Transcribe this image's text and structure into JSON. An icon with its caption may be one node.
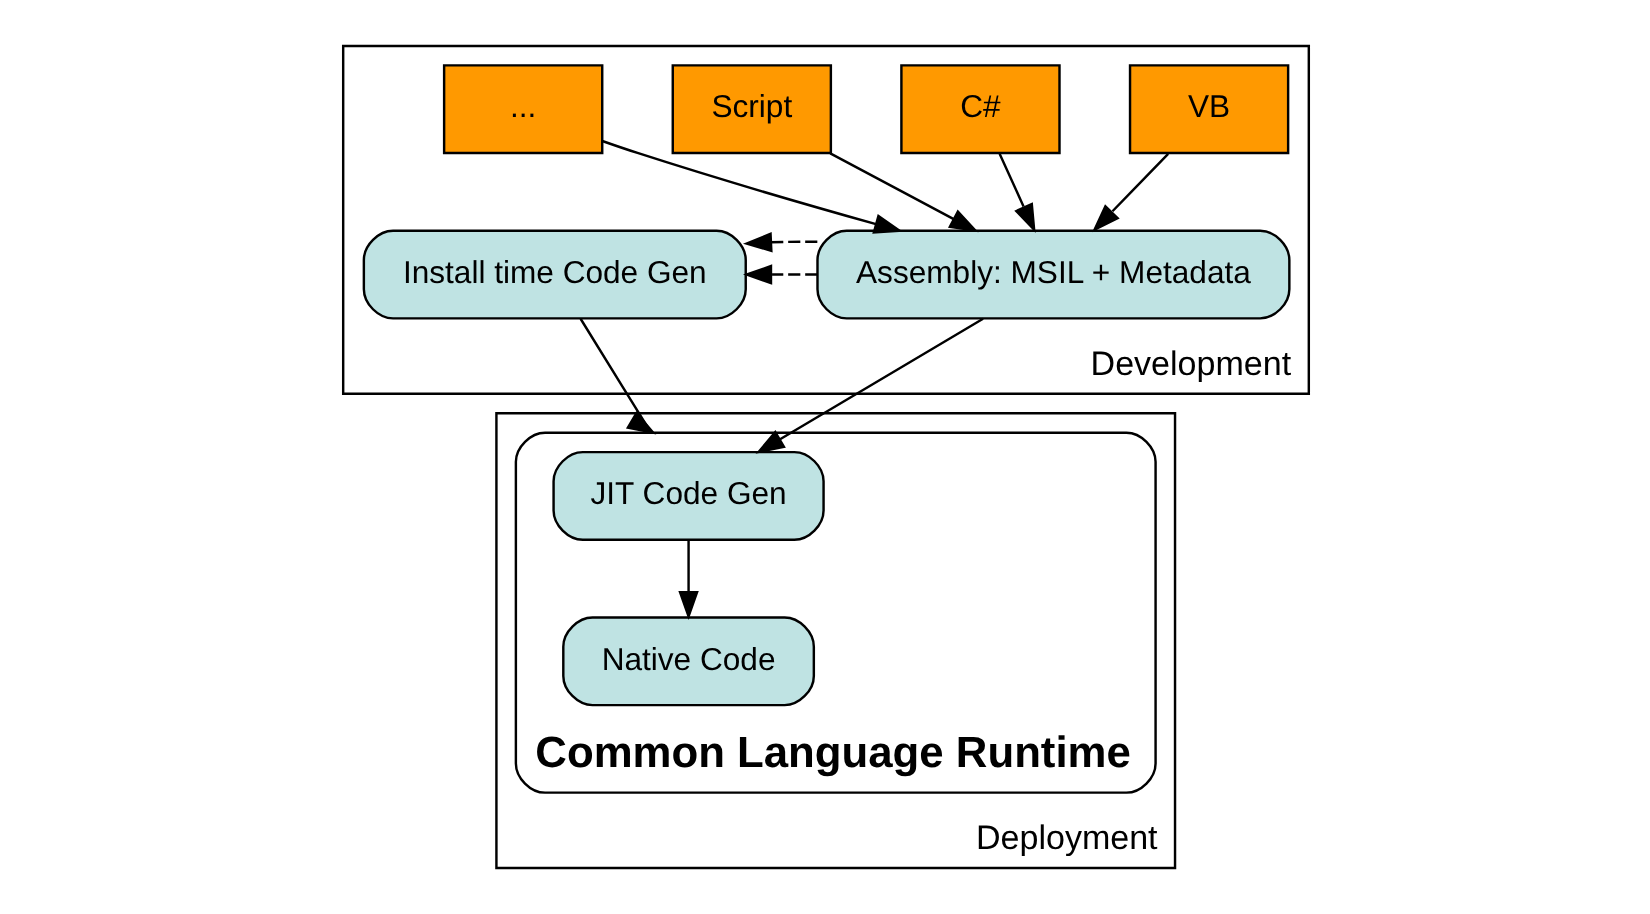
{
  "diagram": {
    "nodes": [
      {
        "text": [
          "Development"
        ]
      },
      {
        "text": [
          "VB"
        ],
        "in": 0
      },
      {
        "text": [
          "C#"
        ],
        "in": 0
      },
      {
        "text": [
          "Script"
        ],
        "in": 0
      },
      {
        "text": [
          "..."
        ],
        "in": 0
      },
      {
        "text": [
          "Install time Code Gen"
        ],
        "in": 0
      },
      {
        "text": [
          "Assembly: MSIL + Metadata"
        ],
        "in": 0
      },
      {
        "text": [
          "Deployment"
        ]
      },
      {
        "text": [
          "Common Language Runtime"
        ],
        "in": 7
      },
      {
        "text": [
          "JIT Code Gen"
        ],
        "in": 8
      },
      {
        "text": [
          "Native Code"
        ],
        "in": 8
      }
    ],
    "edges": [
      {
        "from": 1,
        "to": 6,
        "arrow": "to"
      },
      {
        "from": 2,
        "to": 6,
        "arrow": "to"
      },
      {
        "from": 3,
        "to": 6,
        "arrow": "to"
      },
      {
        "from": 4,
        "to": 6,
        "arrow": "to"
      },
      {
        "from": 6,
        "to": 5,
        "arrow": "to",
        "style": "dashed"
      },
      {
        "from": 6,
        "to": 5,
        "arrow": "to",
        "style": "dashed"
      },
      {
        "from": 5,
        "to": 8,
        "arrow": "to"
      },
      {
        "from": 6,
        "to": 9,
        "arrow": "to"
      },
      {
        "from": 9,
        "to": 10,
        "arrow": "to"
      }
    ]
  }
}
